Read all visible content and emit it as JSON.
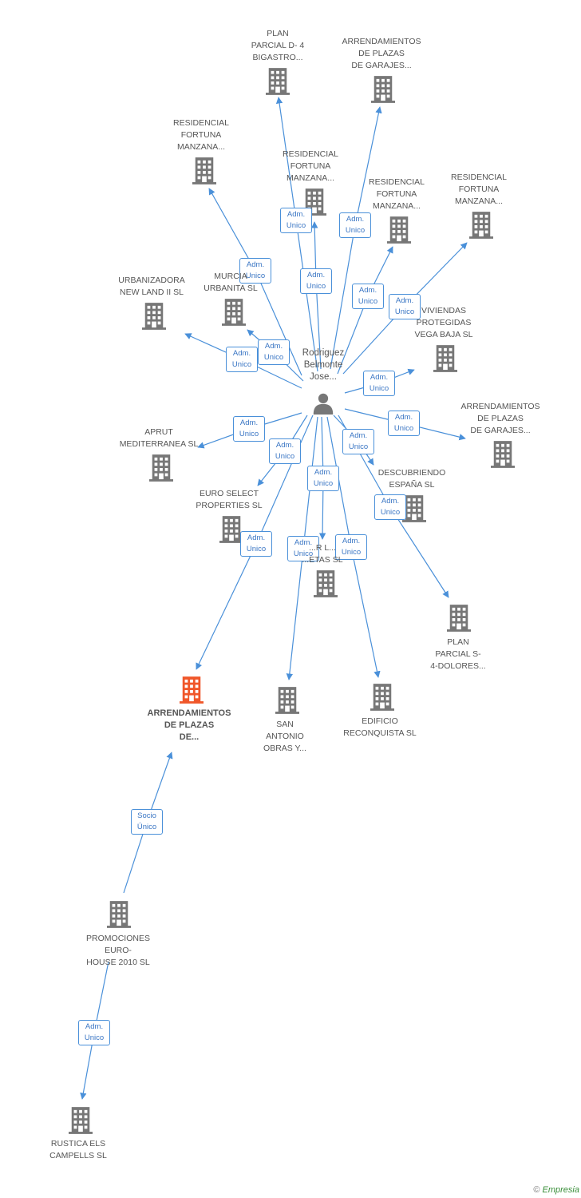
{
  "colors": {
    "edge": "#4a90d9",
    "company": "#777777",
    "main_company": "#f0572a",
    "person": "#777777"
  },
  "person": {
    "icon": "person-icon",
    "lines": [
      "Rodriguez",
      "Belmonte",
      "Jose..."
    ]
  },
  "nodes": [
    {
      "id": "n1",
      "icon": "building-icon",
      "lines": [
        "PLAN",
        "PARCIAL D- 4",
        "BIGASTRO..."
      ]
    },
    {
      "id": "n2",
      "icon": "building-icon",
      "lines": [
        "ARRENDAMIENTOS",
        "DE PLAZAS",
        "DE GARAJES..."
      ]
    },
    {
      "id": "n3",
      "icon": "building-icon",
      "lines": [
        "RESIDENCIAL",
        "FORTUNA",
        "MANZANA..."
      ]
    },
    {
      "id": "n4",
      "icon": "building-icon",
      "lines": [
        "RESIDENCIAL",
        "FORTUNA",
        "MANZANA..."
      ]
    },
    {
      "id": "n5",
      "icon": "building-icon",
      "lines": [
        "RESIDENCIAL",
        "FORTUNA",
        "MANZANA..."
      ]
    },
    {
      "id": "n6",
      "icon": "building-icon",
      "lines": [
        "RESIDENCIAL",
        "FORTUNA",
        "MANZANA..."
      ]
    },
    {
      "id": "n7",
      "icon": "building-icon",
      "lines": [
        "URBANIZADORA",
        "NEW LAND II SL"
      ]
    },
    {
      "id": "n8",
      "icon": "building-icon",
      "lines": [
        "MURCIA",
        "URBANITA SL"
      ]
    },
    {
      "id": "n9",
      "icon": "building-icon",
      "lines": [
        "VIVIENDAS",
        "PROTEGIDAS",
        "VEGA BAJA SL"
      ]
    },
    {
      "id": "n10",
      "icon": "building-icon",
      "lines": [
        "ARRENDAMIENTOS",
        "DE PLAZAS",
        "DE GARAJES..."
      ]
    },
    {
      "id": "n11",
      "icon": "building-icon",
      "lines": [
        "APRUT",
        "MEDITERRANEA SL"
      ]
    },
    {
      "id": "n12",
      "icon": "building-icon",
      "lines": [
        "DESCUBRIENDO",
        "ESPAÑA SL"
      ]
    },
    {
      "id": "n13",
      "icon": "building-icon",
      "lines": [
        "EURO SELECT",
        "PROPERTIES SL"
      ]
    },
    {
      "id": "n14",
      "icon": "building-icon",
      "lines": [
        "...R L...",
        "...ETAS SL"
      ]
    },
    {
      "id": "n15",
      "icon": "building-icon",
      "lines": [
        "PLAN",
        "PARCIAL S-",
        "4-DOLORES..."
      ]
    },
    {
      "id": "main",
      "icon": "building-icon",
      "main": true,
      "lines": [
        "ARRENDAMIENTOS",
        "DE PLAZAS",
        "DE..."
      ]
    },
    {
      "id": "n16",
      "icon": "building-icon",
      "lines": [
        "SAN",
        "ANTONIO",
        "OBRAS Y..."
      ]
    },
    {
      "id": "n17",
      "icon": "building-icon",
      "lines": [
        "EDIFICIO",
        "RECONQUISTA SL"
      ]
    },
    {
      "id": "n18",
      "icon": "building-icon",
      "lines": [
        "PROMOCIONES",
        "EURO-",
        "HOUSE 2010 SL"
      ]
    },
    {
      "id": "n19",
      "icon": "building-icon",
      "lines": [
        "RUSTICA ELS",
        "CAMPELLS SL"
      ]
    }
  ],
  "edges": [
    {
      "from": "person",
      "to": "n1",
      "lines": [
        "Adm.",
        "Unico"
      ]
    },
    {
      "from": "person",
      "to": "n2",
      "lines": [
        "Adm.",
        "Unico"
      ]
    },
    {
      "from": "person",
      "to": "n3",
      "lines": [
        "Adm.",
        "Unico"
      ]
    },
    {
      "from": "person",
      "to": "n4",
      "lines": [
        "Adm.",
        "Unico"
      ]
    },
    {
      "from": "person",
      "to": "n5",
      "lines": [
        "Adm.",
        "Unico"
      ]
    },
    {
      "from": "person",
      "to": "n6",
      "lines": [
        "Adm.",
        "Unico"
      ]
    },
    {
      "from": "person",
      "to": "n7",
      "lines": [
        "Adm.",
        "Unico"
      ]
    },
    {
      "from": "person",
      "to": "n8",
      "lines": [
        "Adm.",
        "Unico"
      ]
    },
    {
      "from": "person",
      "to": "n9",
      "lines": [
        "Adm.",
        "Unico"
      ]
    },
    {
      "from": "person",
      "to": "n10",
      "lines": [
        "Adm.",
        "Unico"
      ]
    },
    {
      "from": "person",
      "to": "n11",
      "lines": [
        "Adm.",
        "Unico"
      ]
    },
    {
      "from": "person",
      "to": "n12",
      "lines": [
        "Adm.",
        "Unico"
      ]
    },
    {
      "from": "person",
      "to": "n13",
      "lines": [
        "Adm.",
        "Unico"
      ]
    },
    {
      "from": "person",
      "to": "n14",
      "lines": [
        "Adm.",
        "Unico"
      ]
    },
    {
      "from": "person",
      "to": "n15",
      "lines": [
        "Adm.",
        "Unico"
      ]
    },
    {
      "from": "person",
      "to": "main",
      "lines": [
        "Adm.",
        "Unico"
      ]
    },
    {
      "from": "person",
      "to": "n16",
      "lines": [
        "Adm.",
        "Unico"
      ]
    },
    {
      "from": "person",
      "to": "n17",
      "lines": [
        "Adm.",
        "Unico"
      ]
    },
    {
      "from": "n18",
      "to": "main",
      "lines": [
        "Socio",
        "Único"
      ]
    },
    {
      "from": "n18",
      "to": "n19",
      "lines": [
        "Adm.",
        "Unico"
      ]
    }
  ],
  "watermark": {
    "copyright": "©",
    "brand": "Empresia"
  }
}
